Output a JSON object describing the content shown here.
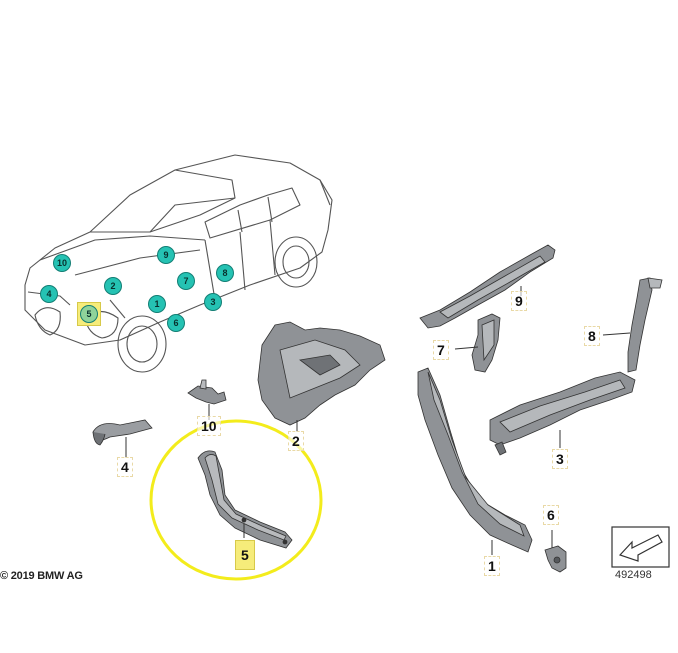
{
  "copyright": "© 2019 BMW AG",
  "reference_number": "492498",
  "car_badges": [
    "10",
    "9",
    "2",
    "4",
    "7",
    "8",
    "1",
    "3",
    "5",
    "6"
  ],
  "part_labels": [
    "9",
    "8",
    "7",
    "2",
    "10",
    "4",
    "3",
    "6",
    "5",
    "1"
  ],
  "colors": {
    "badge_fill": "#25c2b3",
    "highlight_fill": "#f6ec7a",
    "highlight_ring": "#f3ec1c",
    "part_gray": "#8f9296"
  }
}
